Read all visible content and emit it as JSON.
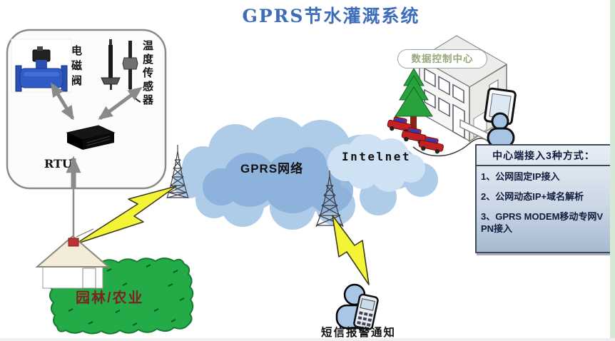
{
  "title": "GPRS节水灌溉系统",
  "rtu_box": {
    "valve_label": "电磁阀",
    "sensor_label": "温度传感器",
    "device_label": "RTU"
  },
  "network": {
    "cloud_label": "GPRS网络",
    "internet_label": "Intelnet"
  },
  "control_center": {
    "label": "数据控制中心"
  },
  "field_site": {
    "label": "园林/农业"
  },
  "sms": {
    "label": "短信报警通知"
  },
  "info_box": {
    "header": "中心端接入3种方式：",
    "items": [
      "1、公网固定IP接入",
      "2、公网动态IP+域名解析",
      "3、GPRS MODEM移动专网VPN接入"
    ]
  },
  "colors": {
    "title_blue": "#3c6cba",
    "cloud_light": "#aecbe8",
    "cloud_dark": "#88aed9",
    "internet_blob": "#cfe2f4",
    "lightning_yellow": "#f4f437",
    "field_green": "#22ab47",
    "field_label_maroon": "#7e2222",
    "info_box_bg": "#ccd8e6",
    "info_text_navy": "#101c3c",
    "tag_text_green": "#97a87e",
    "edge_strip_green": "#d5e7d5"
  }
}
